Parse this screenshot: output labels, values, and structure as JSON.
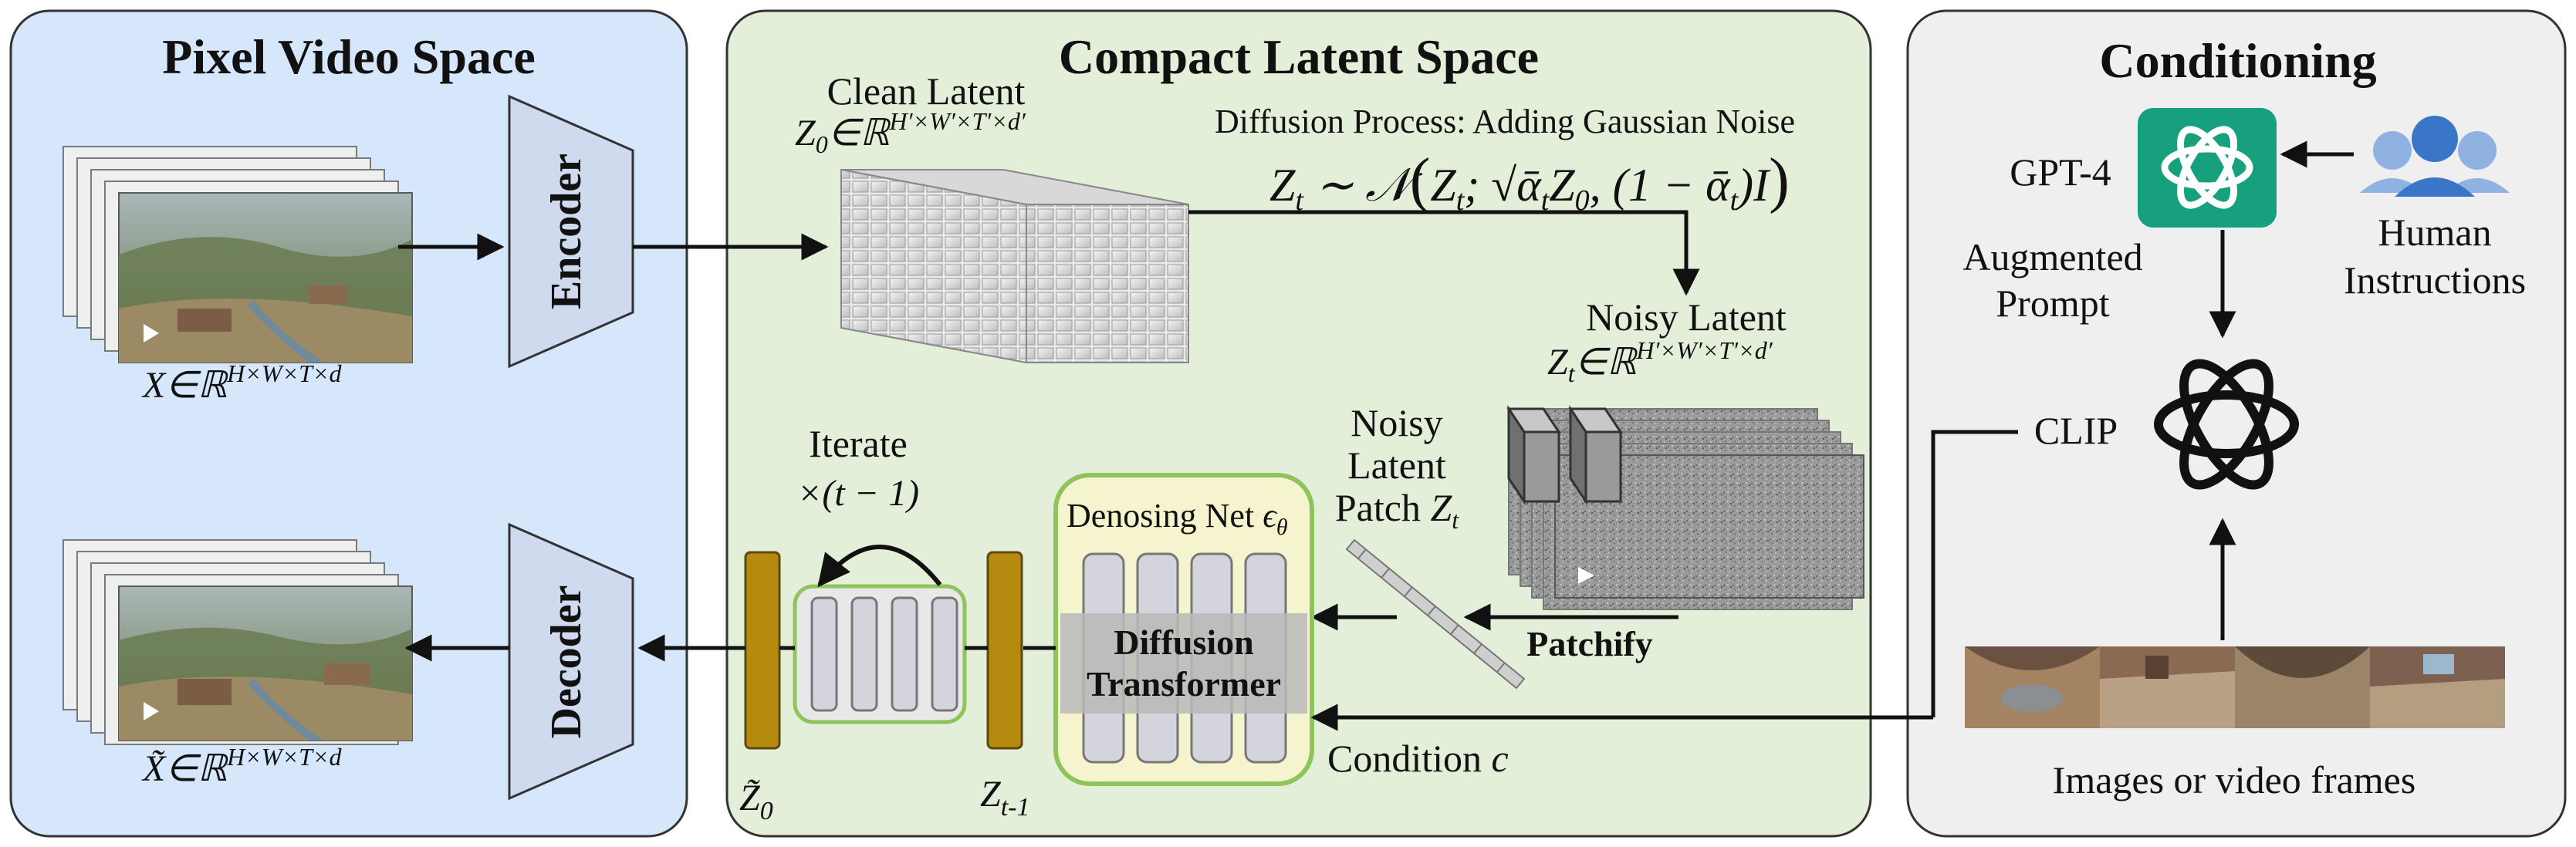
{
  "panels": {
    "pixel": {
      "title": "Pixel Video Space"
    },
    "latent": {
      "title": "Compact Latent Space"
    },
    "conditioning": {
      "title": "Conditioning"
    }
  },
  "pixel": {
    "encoder": "Encoder",
    "decoder": "Decoder",
    "input_math": "X∈ℝ^{H×W×T×d}",
    "output_math": "X̃∈ℝ^{H×W×T×d}"
  },
  "latent": {
    "clean_label": "Clean Latent",
    "clean_math": "Z₀∈ℝ^{H′×W′×T′×d′}",
    "diffusion_label": "Diffusion Process: Adding Gaussian Noise",
    "diffusion_eq": "Z_t ∼ 𝒩(Z_t; √ᾱ_t Z₀, (1 − ᾱ_t)I)",
    "noisy_label": "Noisy Latent",
    "noisy_math": "Z_t∈ℝ^{H′×W′×T′×d′}",
    "patch_label_1": "Noisy",
    "patch_label_2": "Latent",
    "patch_label_3": "Patch Z_t",
    "patchify": "Patchify",
    "iterate": "Iterate",
    "iterate_count": "×(t − 1)",
    "denoise_label": "Denosing Net ϵθ",
    "dit_1": "Diffusion",
    "dit_2": "Transformer",
    "condition": "Condition c",
    "z0_tilde": "Z̃₀",
    "z_t_minus_1": "Z t-1"
  },
  "conditioning": {
    "gpt4": "GPT-4",
    "augmented_1": "Augmented",
    "augmented_2": "Prompt",
    "human_1": "Human",
    "human_2": "Instructions",
    "clip": "CLIP",
    "images": "Images or video frames"
  },
  "colors": {
    "pixel_panel": "#d6e6fb",
    "latent_panel": "#e4efd9",
    "cond_panel": "#efefef",
    "encoder_fill": "#cfdaee",
    "gold_bar": "#b58a0e",
    "denoise_fill": "#f6f4cf",
    "openai_green": "#16a07d",
    "people_blue": "#3a76c8"
  }
}
